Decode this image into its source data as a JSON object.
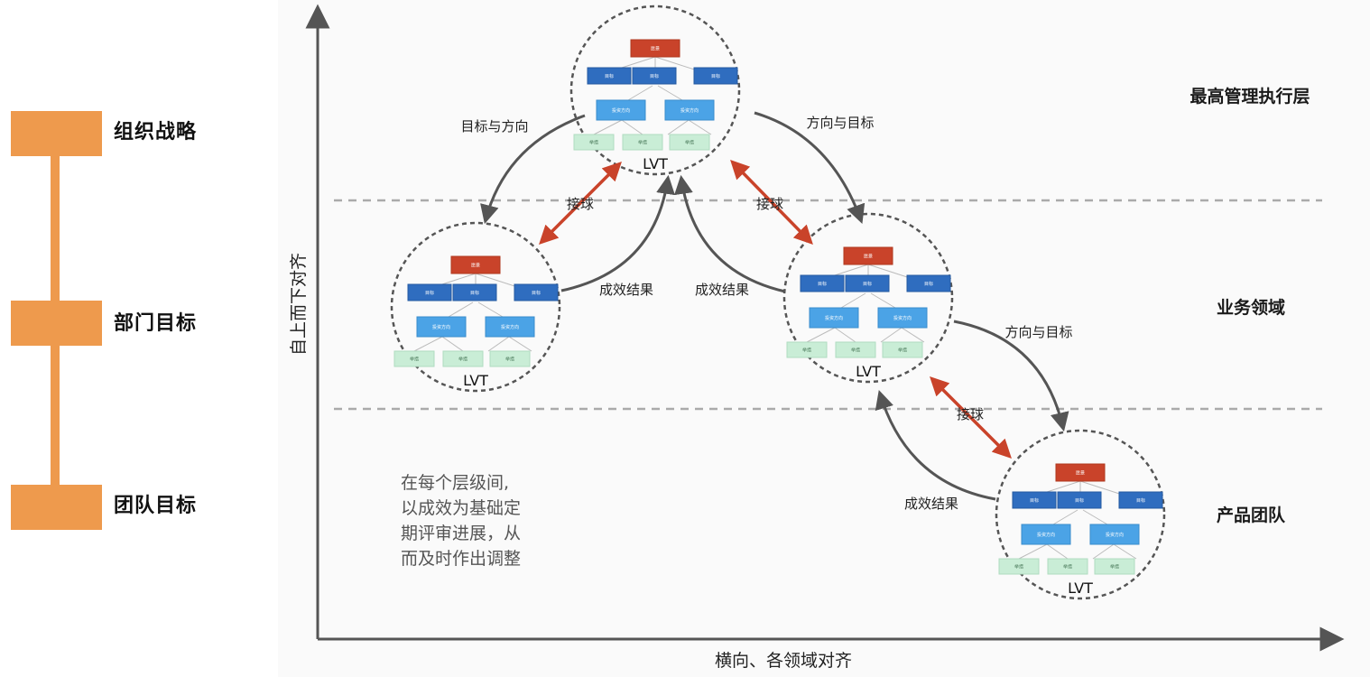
{
  "levels": {
    "org_strategy": "组织战略",
    "dept_goals": "部门目标",
    "team_goals": "团队目标"
  },
  "layers": {
    "top_exec": "最高管理执行层",
    "business": "业务领域",
    "product": "产品团队"
  },
  "axes": {
    "y_label": "自上而下对齐",
    "x_label": "横向、各领域对齐"
  },
  "flows": {
    "goal_direction": "目标与方向",
    "direction_goal_1": "方向与目标",
    "direction_goal_2": "方向与目标",
    "result_1": "成效结果",
    "result_2": "成效结果",
    "result_3": "成效结果",
    "catch_1": "接球",
    "catch_2": "接球",
    "catch_3": "接球"
  },
  "lvt_label": "LVT",
  "tree_labels": {
    "vision": "愿景",
    "goal": "目标",
    "direction": "投资方向",
    "bet": "举措"
  },
  "note": [
    "在每个层级间,",
    "以成效为基础定",
    "期评审进展，从",
    "而及时作出调整"
  ],
  "colors": {
    "accent_orange": "#EE9A4D",
    "vision_red": "#C9432A",
    "goal_blue": "#2F6DBF",
    "direction_blue": "#4BA3E6",
    "bet_green": "#C9EDD6",
    "catch_arrow": "#C9432A",
    "flow_arrow": "#555555"
  }
}
